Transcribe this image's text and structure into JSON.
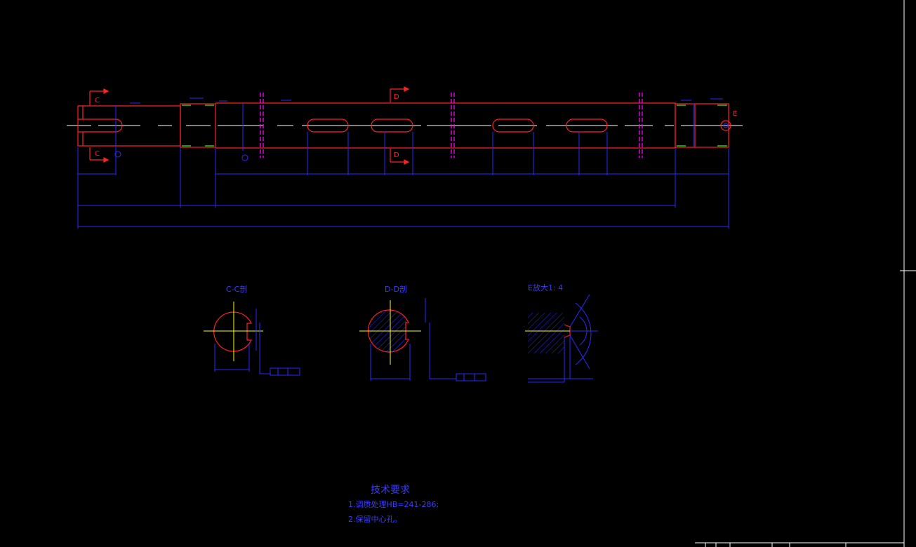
{
  "drawing": {
    "colors": {
      "background": "#000000",
      "outline": "#ff2020",
      "dimension": "#2a2aff",
      "centerline": "#ffffff",
      "hatch": "#ffff00",
      "section_mark": "#ff2020",
      "magenta": "#ff00ff",
      "green": "#22cc22",
      "text": "#3b3bff"
    },
    "section_labels": {
      "c_top": "C",
      "c_bottom": "C",
      "d_top": "D",
      "d_bottom": "D",
      "e_detail": "E"
    },
    "views": {
      "c_section_title": "C-C剖",
      "d_section_title": "D-D剖",
      "e_detail_title": "E放大1: 4"
    },
    "tech_requirements": {
      "title": "技术要求",
      "line1": "1.调质处理HB=241-286;",
      "line2": "2.保留中心孔。"
    }
  }
}
